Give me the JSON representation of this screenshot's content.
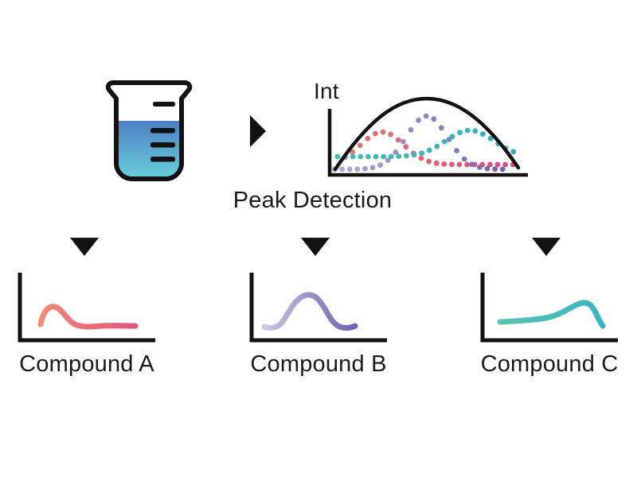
{
  "background_color": "#ffffff",
  "text_color": "#1a1a1a",
  "beaker": {
    "outline_color": "#121212",
    "liquid_top_color": "#4d80c6",
    "liquid_bottom_color": "#67ccd8",
    "tick_color": "#121212",
    "tick_count": 4
  },
  "flow": {
    "right_arrow_color": "#121212",
    "down_arrow_color": "#121212"
  },
  "peak_chart": {
    "y_axis_label": "Int",
    "caption": "Peak Detection",
    "axis_color": "#121212",
    "envelope_color": "#121212",
    "series": [
      {
        "name": "compound-a-dots",
        "color_start": "#e0796c",
        "color_end": "#e0487c",
        "x_start": 43,
        "x_end": 258,
        "spacing": 9.6,
        "baseline_y": 112,
        "peak_x": 90,
        "peak_y": 71,
        "sigma": 27,
        "dot_radius": 3.4
      },
      {
        "name": "compound-b-dots",
        "color_start": "#b6abd8",
        "color_end": "#6f66ad",
        "x_start": 30,
        "x_end": 250,
        "spacing": 9.6,
        "baseline_y": 118,
        "peak_x": 146,
        "peak_y": 51,
        "sigma": 26,
        "dot_radius": 3.4
      },
      {
        "name": "compound-c-dots",
        "color_start": "#49bcab",
        "color_end": "#2fb0bf",
        "x_start": 34,
        "x_end": 262,
        "spacing": 9.6,
        "baseline_y": 102,
        "peak_x": 200,
        "peak_y": 69,
        "sigma": 30,
        "dot_radius": 3.4
      }
    ]
  },
  "compounds": [
    {
      "label": "Compound A",
      "color_start": "#ef8a78",
      "color_end": "#e4547f",
      "peak_position": "early"
    },
    {
      "label": "Compound B",
      "color_start": "#ccc6e4",
      "color_end": "#6b63ab",
      "peak_position": "middle"
    },
    {
      "label": "Compound C",
      "color_start": "#5cc2b2",
      "color_end": "#39b3c4",
      "peak_position": "late"
    }
  ]
}
